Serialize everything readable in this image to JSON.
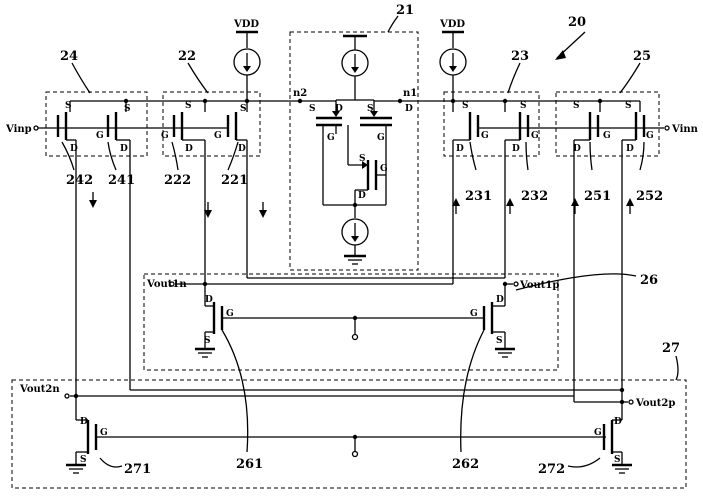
{
  "labels": {
    "fig_num": "20",
    "block_21": "21",
    "block_22": "22",
    "block_23": "23",
    "block_24": "24",
    "block_25": "25",
    "block_26": "26",
    "block_27": "27",
    "t221": "221",
    "t222": "222",
    "t231": "231",
    "t232": "232",
    "t241": "241",
    "t242": "242",
    "t251": "251",
    "t252": "252",
    "t261": "261",
    "t262": "262",
    "t271": "271",
    "t272": "272",
    "vdd": "VDD",
    "vinp": "Vinp",
    "vinn": "Vinn",
    "n1": "n1",
    "n2": "n2",
    "vout1n": "Vout1n",
    "vout1p": "Vout1p",
    "vout2n": "Vout2n",
    "vout2p": "Vout2p",
    "s": "S",
    "d": "D",
    "g": "G"
  }
}
